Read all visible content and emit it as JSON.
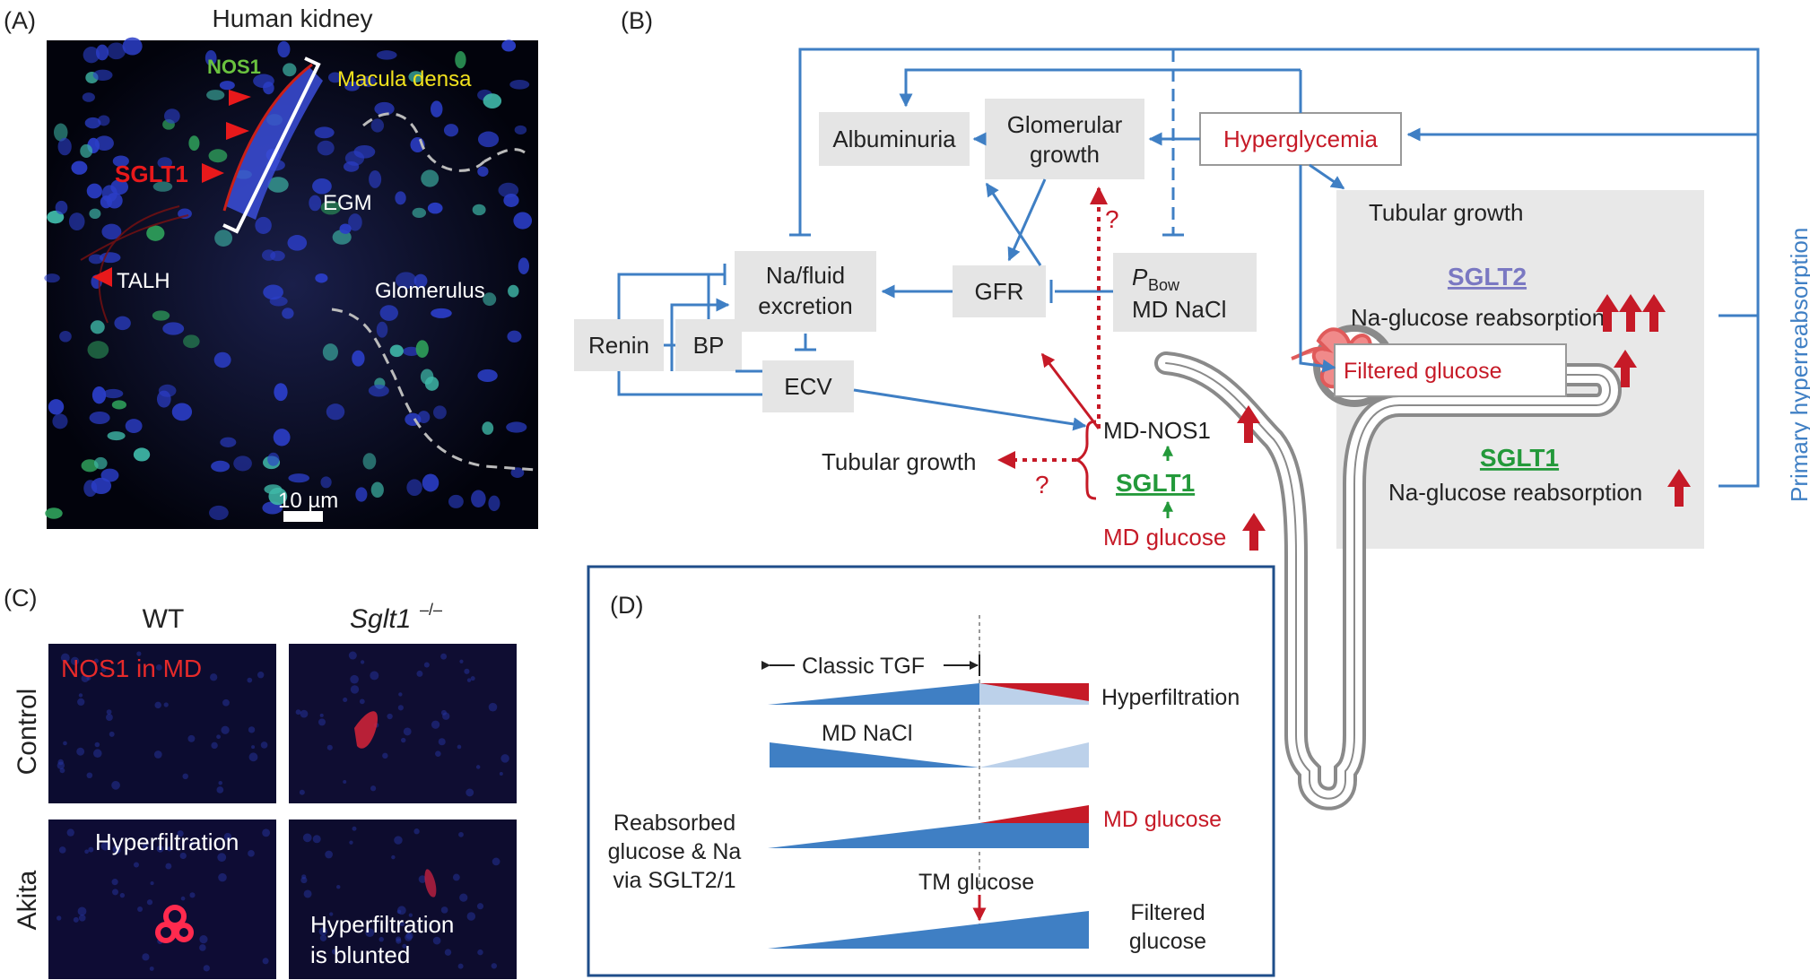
{
  "colors": {
    "blue": "#3f7fc4",
    "red": "#c61a27",
    "green": "#23993a",
    "purple": "#7a78c2",
    "box_gray": "#e5e5e5",
    "panel_gray": "#e8e8e8",
    "nuclei_blue": "#2b3ec8",
    "nos1_green": "#6ac23f",
    "md_yellow": "#f2e21d"
  },
  "panel_a": {
    "letter": "(A)",
    "title": "Human kidney",
    "labels": {
      "nos1": "NOS1",
      "macula_densa": "Macula densa",
      "sglt1": "SGLT1",
      "egm": "EGM",
      "talh": "TALH",
      "glomerulus": "Glomerulus",
      "scale": "10 µm"
    }
  },
  "panel_b": {
    "letter": "(B)",
    "boxes": {
      "albuminuria": "Albuminuria",
      "glomerular_growth_1": "Glomerular",
      "glomerular_growth_2": "growth",
      "hyperglycemia": "Hyperglycemia",
      "na_fluid_1": "Na/fluid",
      "na_fluid_2": "excretion",
      "gfr": "GFR",
      "pbow_p": "P",
      "pbow_sub": "Bow",
      "md_nacl": "MD NaCl",
      "renin": "Renin",
      "bp": "BP",
      "ecv": "ECV",
      "filtered_glucose": "Filtered glucose"
    },
    "labels": {
      "tubular_growth_main": "Tubular growth",
      "sglt2": "SGLT2",
      "na_glucose_reabs_sglt2": "Na-glucose reabsorption",
      "sglt1": "SGLT1",
      "na_glucose_reabs_sglt1": "Na-glucose reabsorption",
      "primary_hyperreabsorption": "Primary hyperreabsorption",
      "md_nos1": "MD-NOS1",
      "md_sglt1": "SGLT1",
      "md_glucose": "MD glucose",
      "tubular_growth_md": "Tubular growth",
      "question_1": "?",
      "question_2": "?"
    }
  },
  "panel_c": {
    "letter": "(C)",
    "col_wt": "WT",
    "col_ko": "Sglt1",
    "col_ko_sup": "–/–",
    "row_control": "Control",
    "row_akita": "Akita",
    "nos1_in_md": "NOS1 in MD",
    "hyperfiltration": "Hyperfiltration",
    "blunted_1": "Hyperfiltration",
    "blunted_2": "is blunted"
  },
  "panel_d": {
    "letter": "(D)",
    "classic_tgf": "Classic TGF",
    "hyperfiltration": "Hyperfiltration",
    "md_nacl": "MD NaCl",
    "md_glucose": "MD glucose",
    "reabsorbed_1": "Reabsorbed",
    "reabsorbed_2": "glucose & Na",
    "reabsorbed_3": "via SGLT2/1",
    "tm_glucose": "TM glucose",
    "filtered_1": "Filtered",
    "filtered_2": "glucose"
  }
}
